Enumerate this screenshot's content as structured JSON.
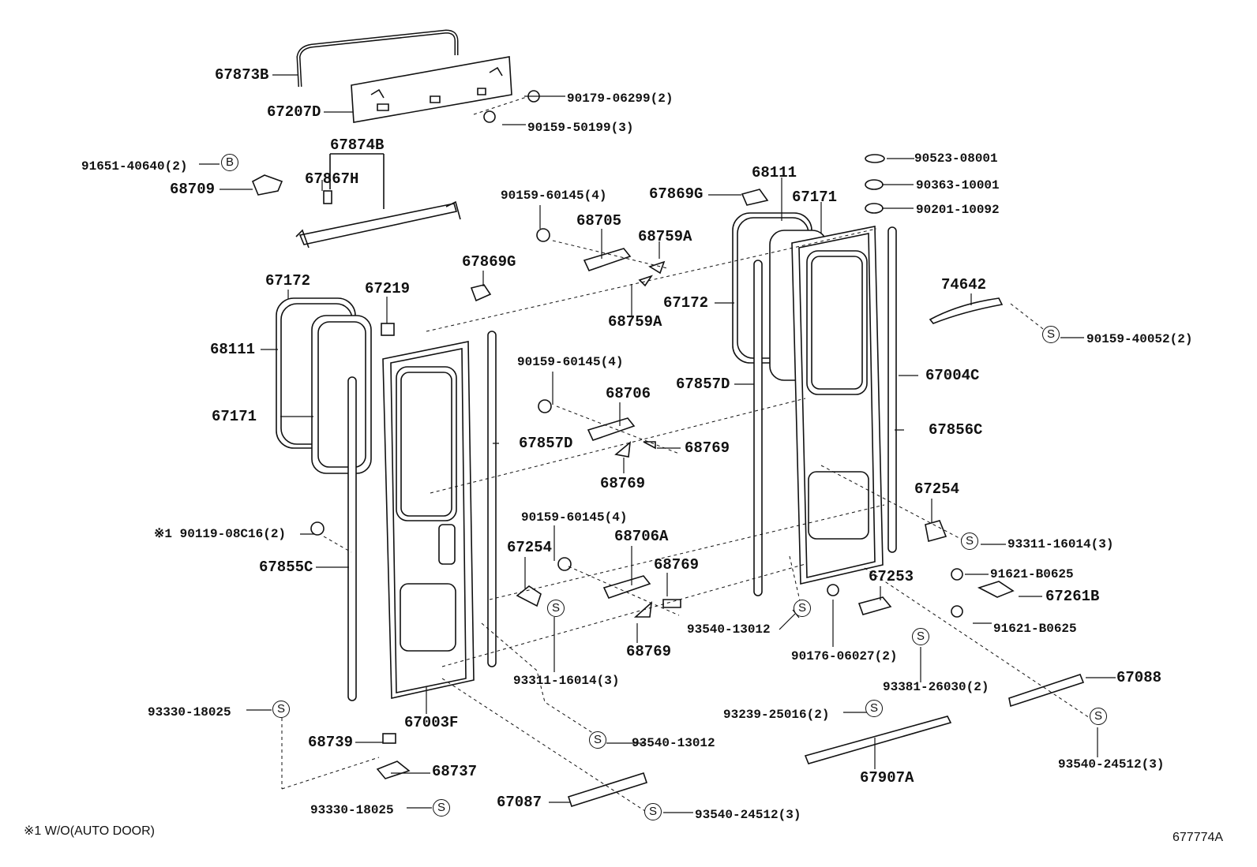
{
  "symbols": {
    "s": "S",
    "b": "B"
  },
  "labels": [
    "67873B",
    "67207D",
    "90179-06299(2)",
    "90159-50199(3)",
    "91651-40640(2)",
    "68709",
    "67874B",
    "67867H",
    "90159-60145(4)",
    "68705",
    "68759A",
    "67869G",
    "68111",
    "67171",
    "90523-08001",
    "90363-10001",
    "90201-10092",
    "67869G",
    "67172",
    "67219",
    "68759A",
    "67172",
    "74642",
    "90159-40052(2)",
    "68111",
    "90159-60145(4)",
    "68706",
    "67857D",
    "67004C",
    "67171",
    "67857D",
    "68769",
    "67856C",
    "68769",
    "67254",
    "※1 90119-08C16(2)",
    "90159-60145(4)",
    "68706A",
    "93311-16014(3)",
    "67254",
    "68769",
    "67855C",
    "91621-B0625",
    "67253",
    "67261B",
    "93540-13012",
    "91621-B0625",
    "68769",
    "90176-06027(2)",
    "93311-16014(3)",
    "93381-26030(2)",
    "67088",
    "93330-18025",
    "67003F",
    "93239-25016(2)",
    "68739",
    "93540-13012",
    "93540-24512(3)",
    "68737",
    "67907A",
    "67087",
    "93330-18025",
    "93540-24512(3)"
  ],
  "footnote": "※1  W/O(AUTO DOOR)",
  "diagram_id": "677774A"
}
